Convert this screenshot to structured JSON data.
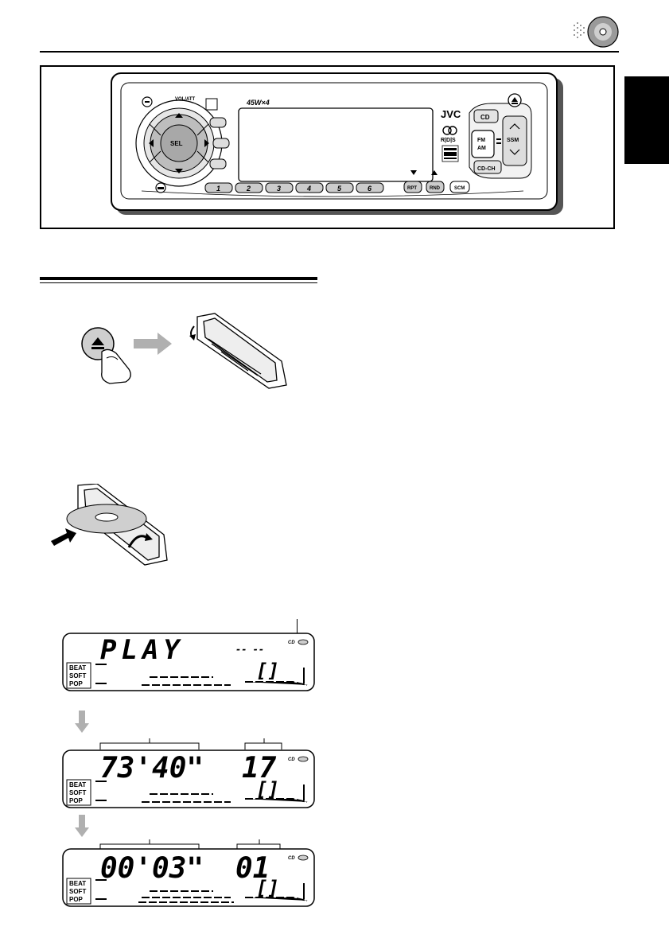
{
  "panel": {
    "brand": "JVC",
    "power_label": "45W×4",
    "vol_att_label": "VOL/ATT",
    "sel_label": "SEL",
    "rds_label": "R|D|S",
    "fm_am_label": [
      "FM",
      "AM"
    ],
    "cd_label": "CD",
    "cdch_label": "CD-CH",
    "ssm_label": "SSM",
    "preset_buttons": [
      "1",
      "2",
      "3",
      "4",
      "5",
      "6"
    ],
    "rpt_label": "RPT",
    "rnd_label": "RND",
    "scm_label": "SCM"
  },
  "displays": [
    {
      "main_text": "PLAY",
      "right_text": "-- --",
      "mode_icon": "[]",
      "cd_indicator": "CD",
      "sound_modes": [
        "BEAT",
        "SOFT",
        "POP"
      ]
    },
    {
      "main_text": "73'40\"",
      "right_text": "17",
      "mode_icon": "[]",
      "cd_indicator": "CD",
      "sound_modes": [
        "BEAT",
        "SOFT",
        "POP"
      ]
    },
    {
      "main_text": "00'03\"",
      "right_text": "01",
      "mode_icon": "[]",
      "cd_indicator": "CD",
      "sound_modes": [
        "BEAT",
        "SOFT",
        "POP"
      ]
    }
  ],
  "colors": {
    "ink": "#000000",
    "knob_gray": "#b5b5b5",
    "panel_shade": "#e4e4e4",
    "arrow_gray": "#b0b0b0"
  }
}
